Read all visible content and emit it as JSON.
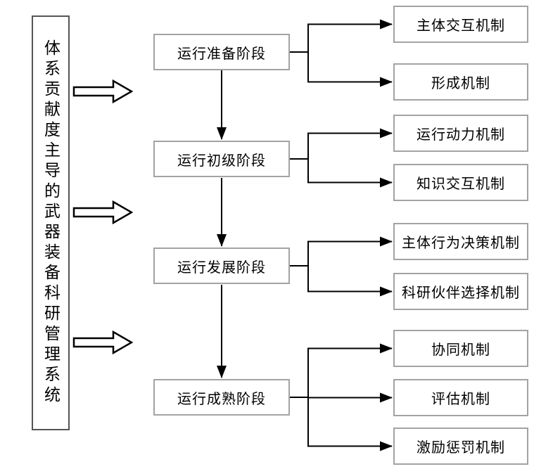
{
  "diagram": {
    "root_label": "体系贡献度主导的武器装备科研管理系统",
    "stages": [
      {
        "label": "运行准备阶段",
        "mechanisms": [
          "主体交互机制",
          "形成机制"
        ]
      },
      {
        "label": "运行初级阶段",
        "mechanisms": [
          "运行动力机制",
          "知识交互机制"
        ]
      },
      {
        "label": "运行发展阶段",
        "mechanisms": [
          "主体行为决策机制",
          "科研伙伴选择机制"
        ]
      },
      {
        "label": "运行成熟阶段",
        "mechanisms": [
          "协同机制",
          "评估机制",
          "激励惩罚机制"
        ]
      }
    ],
    "colors": {
      "line": "#000000",
      "box_border": "#a3a3a3",
      "root_border": "#555555",
      "background": "#ffffff",
      "text": "#000000",
      "block_arrow_fill": "#ffffff"
    }
  }
}
